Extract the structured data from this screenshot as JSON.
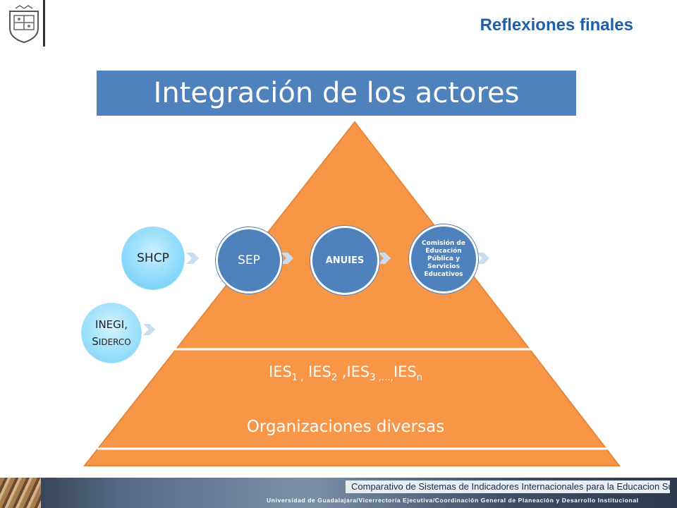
{
  "header": {
    "topic": "Reflexiones finales"
  },
  "banner": {
    "title": "Integración de los actores"
  },
  "actors": {
    "shcp": "SHCP",
    "inegi_line1": "INEGI,",
    "inegi_cap": "S",
    "inegi_rest": "IDERCO",
    "sep": "SEP",
    "anuies": "ANUIES",
    "comision": "Comisión de Educación Pública y Servicios Educativos"
  },
  "base": {
    "ies_prefix": "IES",
    "ies_sub1": "1",
    "ies_sep1": " ,",
    "ies_sub2": "2",
    "ies_sep2": " ,IES",
    "ies_sub3": "3",
    "ies_sep3": " ,…,",
    "ies_last": "IES",
    "ies_subn": "n",
    "organizations": "Organizaciones diversas"
  },
  "footer": {
    "line1": "Comparativo de Sistemas de Indicadores Internacionales para la Educacion Superior",
    "line2": "Universidad de Guadalajara/Vicerrectoría Ejecutiva/Coordinación General de Planeación y Desarrollo Institucional"
  },
  "colors": {
    "pyramid": "#f79646",
    "banner": "#4f81bd",
    "node_blue": "#4f81bd",
    "node_light": "#8ad9fb",
    "topic": "#1f5fa8"
  }
}
